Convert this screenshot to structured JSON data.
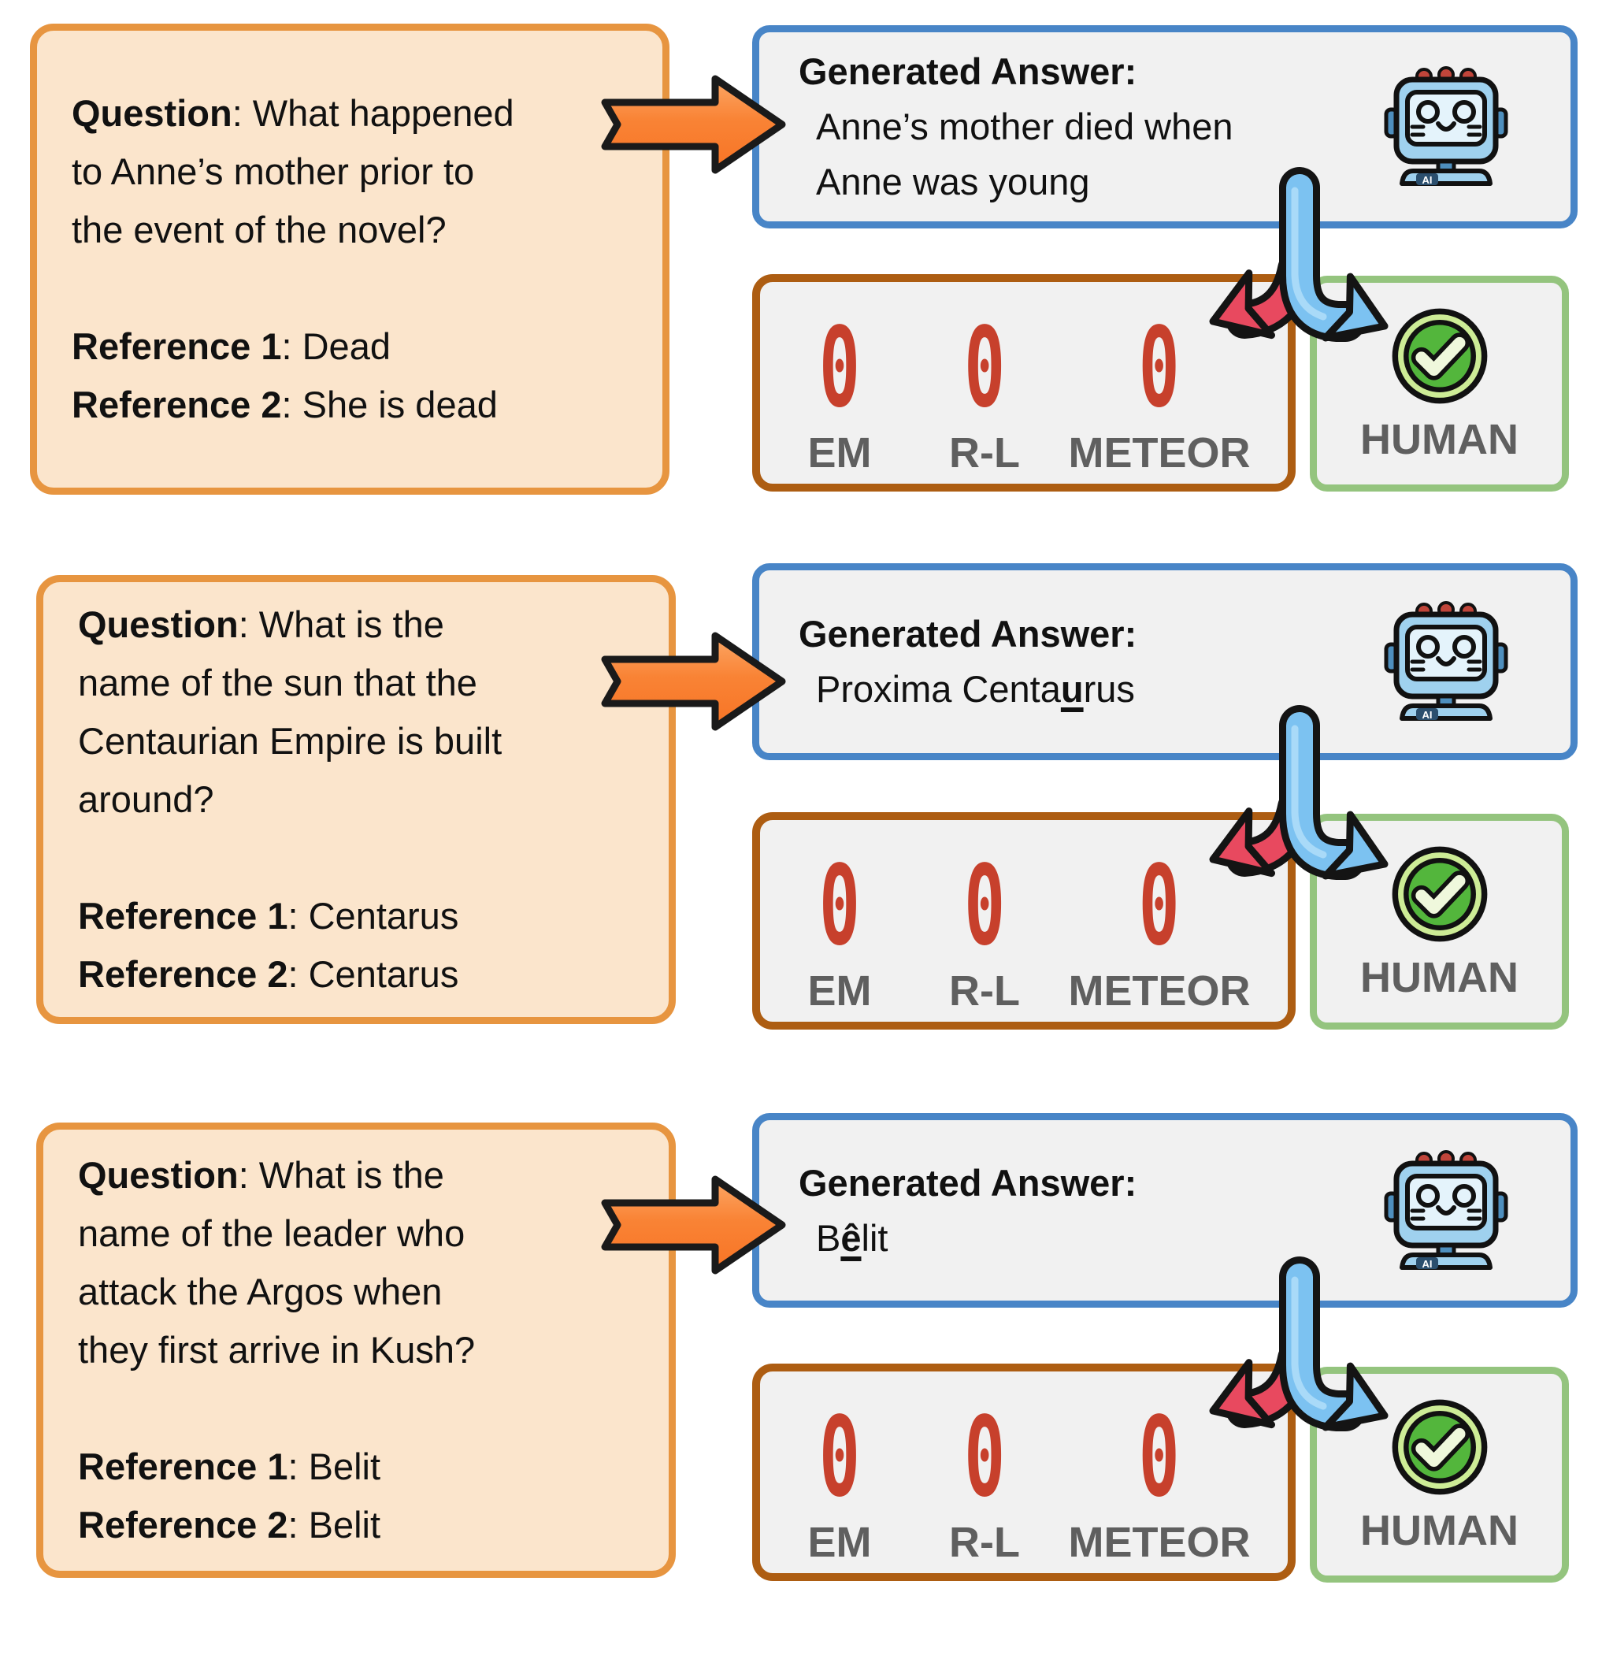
{
  "rows": [
    {
      "question": [
        [
          {
            "t": "Question",
            "b": 1
          },
          {
            "t": ": What happened"
          }
        ],
        [
          {
            "t": "to Anne’s mother prior to"
          }
        ],
        [
          {
            "t": "the event of the novel?"
          }
        ],
        [
          {
            "t": "Reference 1",
            "b": 1
          },
          {
            "t": ": Dead"
          }
        ],
        [
          {
            "t": "Reference 2",
            "b": 1
          },
          {
            "t": ": She is dead"
          }
        ]
      ],
      "answer_title": "Generated Answer:",
      "answer_lines": [
        [
          {
            "t": "Anne’s mother died when"
          }
        ],
        [
          {
            "t": "Anne was young"
          }
        ]
      ],
      "metrics": {
        "labels": [
          "EM",
          "R-L",
          "METEOR"
        ],
        "values": [
          "0",
          "0",
          "0"
        ]
      },
      "human_label": "HUMAN"
    },
    {
      "question": [
        [
          {
            "t": "Question",
            "b": 1
          },
          {
            "t": ": What is the"
          }
        ],
        [
          {
            "t": "name of the sun that the"
          }
        ],
        [
          {
            "t": "Centaurian Empire is built"
          }
        ],
        [
          {
            "t": "around?"
          }
        ],
        [
          {
            "t": "Reference 1",
            "b": 1
          },
          {
            "t": ": Centarus"
          }
        ],
        [
          {
            "t": "Reference 2",
            "b": 1
          },
          {
            "t": ": Centarus"
          }
        ]
      ],
      "answer_title": "Generated Answer:",
      "answer_lines": [
        [
          {
            "t": "Proxima Centa"
          },
          {
            "t": "u",
            "em": 1
          },
          {
            "t": "rus"
          }
        ]
      ],
      "metrics": {
        "labels": [
          "EM",
          "R-L",
          "METEOR"
        ],
        "values": [
          "0",
          "0",
          "0"
        ]
      },
      "human_label": "HUMAN"
    },
    {
      "question": [
        [
          {
            "t": "Question",
            "b": 1
          },
          {
            "t": ": What is the"
          }
        ],
        [
          {
            "t": "name of the leader who"
          }
        ],
        [
          {
            "t": "attack the Argos when"
          }
        ],
        [
          {
            "t": "they first arrive in Kush?"
          }
        ],
        [
          {
            "t": "Reference 1",
            "b": 1
          },
          {
            "t": ": Belit"
          }
        ],
        [
          {
            "t": "Reference 2",
            "b": 1
          },
          {
            "t": ": Belit"
          }
        ]
      ],
      "answer_title": "Generated Answer:",
      "answer_lines": [
        [
          {
            "t": "B"
          },
          {
            "t": "ê",
            "em": 1
          },
          {
            "t": "lit"
          }
        ]
      ],
      "metrics": {
        "labels": [
          "EM",
          "R-L",
          "METEOR"
        ],
        "values": [
          "0",
          "0",
          "0"
        ]
      },
      "human_label": "HUMAN"
    }
  ],
  "icons": {
    "robot_badge": "AI",
    "robot": "ai-robot-icon",
    "check": "green-check-icon",
    "orange_arrow": "flow-arrow",
    "blue_arrow": "to-human-arrow",
    "red_arrow": "to-metrics-arrow"
  },
  "colors": {
    "question_fill": "#FBE5CC",
    "question_border": "#E79540",
    "answer_border": "#4885C7",
    "metrics_border": "#AD5D12",
    "human_border": "#94C47E",
    "panel_fill": "#F1F1F1",
    "zero_red": "#C7402C",
    "label_gray": "#5F5F5F",
    "orange_arrow": "#F9813B",
    "blue_arrow": "#7CC2F1",
    "red_arrow": "#E8495F",
    "check_green": "#53B63C"
  }
}
